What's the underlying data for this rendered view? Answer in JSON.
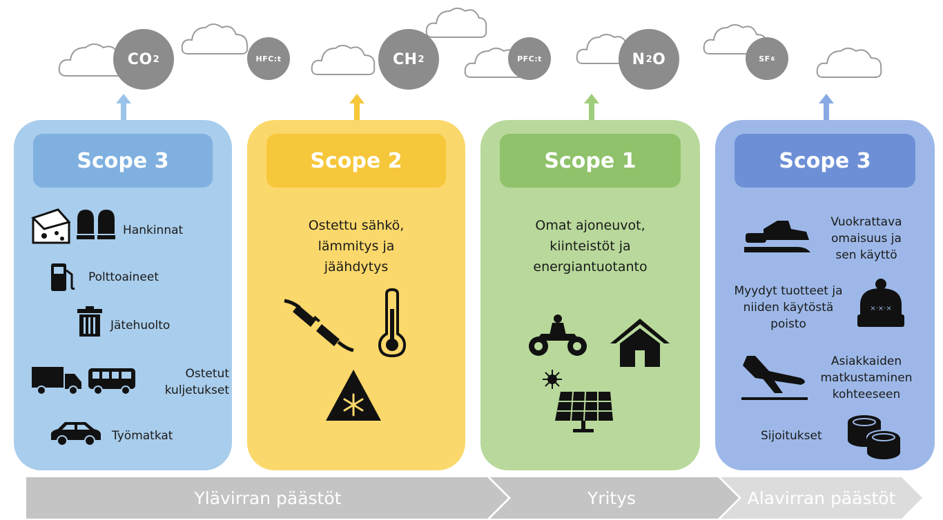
{
  "gases": {
    "co2": {
      "base": "CO",
      "sub": "2"
    },
    "hfc": {
      "base": "HFC:t",
      "sub": ""
    },
    "ch2": {
      "base": "CH",
      "sub": "2"
    },
    "pfc": {
      "base": "PFC:t",
      "sub": ""
    },
    "n2o": {
      "base": "N",
      "sub": "2",
      "tail": "O"
    },
    "sf": {
      "base": "SF",
      "sub": "6"
    }
  },
  "panels": {
    "upstream_scope3": {
      "title": "Scope 3",
      "color": "#a9cdec",
      "header_color": "#7fb0e0",
      "items": {
        "hankinnat": "Hankinnat",
        "polttoaineet": "Polttoaineet",
        "jatehuolto": "Jätehuolto",
        "kuljetukset": "Ostetut\nkuljetukset",
        "tyomatkat": "Työmatkat"
      }
    },
    "scope2": {
      "title": "Scope 2",
      "color": "#fbd86b",
      "header_color": "#f6c73a",
      "text": "Ostettu sähkö,\nlämmitys ja\njäähdytys"
    },
    "scope1": {
      "title": "Scope 1",
      "color": "#b8d99b",
      "header_color": "#8fc26a",
      "text": "Omat ajoneuvot,\nkiinteistöt ja\nenergiantuotanto"
    },
    "downstream_scope3": {
      "title": "Scope 3",
      "color": "#9db8e8",
      "header_color": "#6d8fd6",
      "items": {
        "vuokrattava": "Vuokrattava\nomaisuus ja\nsen käyttö",
        "myydyt": "Myydyt tuotteet ja\nniiden käytöstä\npoisto",
        "asiakkaiden": "Asiakkaiden\nmatkustaminen\nkohteeseen",
        "sijoitukset": "Sijoitukset"
      }
    }
  },
  "flow": {
    "upstream": "Ylävirran päästöt",
    "company": "Yritys",
    "downstream": "Alavirran päästöt",
    "color_dark": "#c4c4c4",
    "color_light": "#dcdcdc"
  }
}
